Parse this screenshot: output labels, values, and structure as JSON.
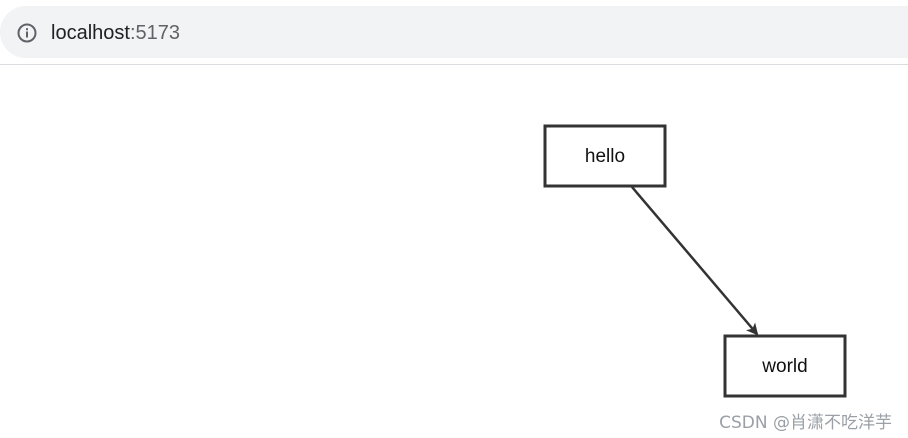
{
  "browser": {
    "url_host": "localhost",
    "url_port": ":5173",
    "info_icon": "info-icon"
  },
  "graph": {
    "nodes": [
      {
        "id": "hello",
        "label": "hello"
      },
      {
        "id": "world",
        "label": "world"
      }
    ],
    "edges": [
      {
        "from": "hello",
        "to": "world",
        "directed": true
      }
    ],
    "stroke_color": "#333333"
  },
  "watermark": {
    "text": "CSDN @肖潇不吃洋芋"
  }
}
